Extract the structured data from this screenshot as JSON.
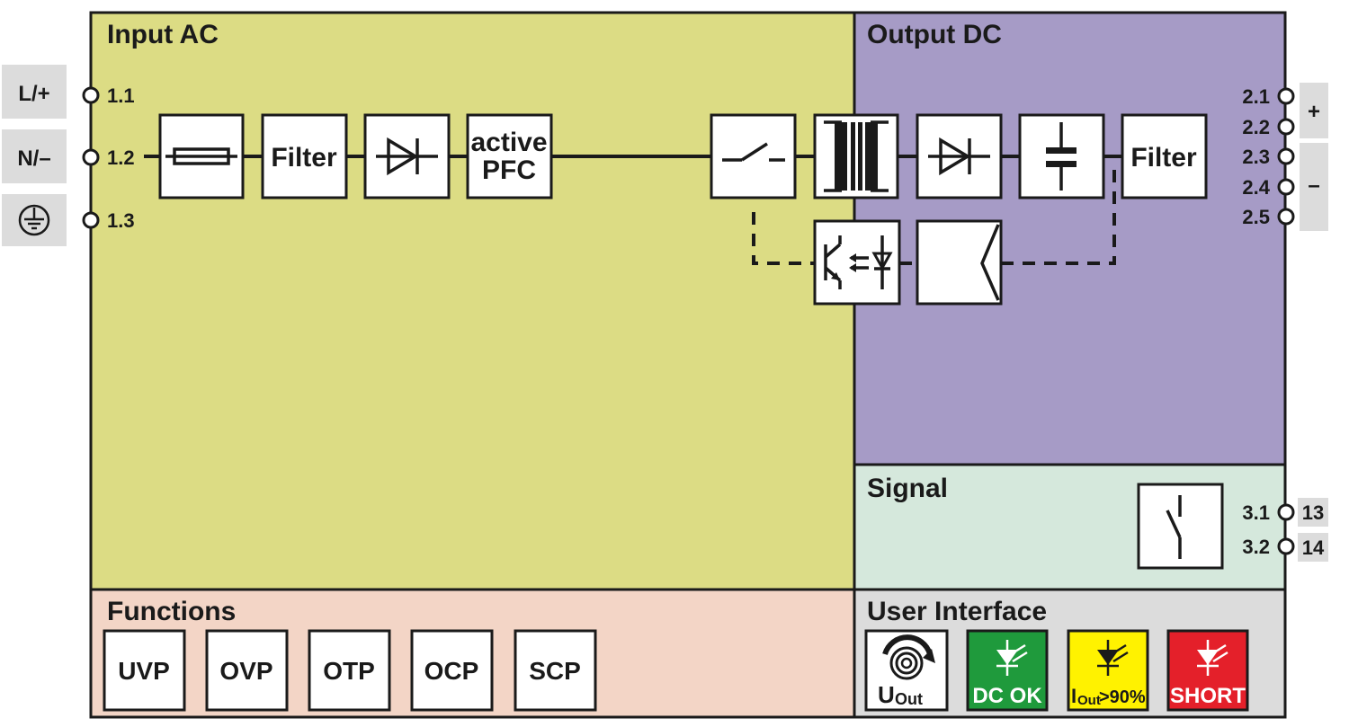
{
  "colors": {
    "input_ac": "#dcdc84",
    "output_dc": "#a69bc6",
    "signal": "#d5e8dc",
    "functions": "#f3d5c6",
    "user_interface": "#dcdcdc",
    "side_label_bg": "#dcdcdc",
    "dc_ok": "#1f9a3c",
    "iout90": "#fff200",
    "short": "#e4202a"
  },
  "sections": {
    "input_ac": "Input AC",
    "output_dc": "Output DC",
    "signal": "Signal",
    "functions": "Functions",
    "user_interface": "User Interface"
  },
  "input_terminals": [
    {
      "side_label": "L/+",
      "number": "1.1"
    },
    {
      "side_label": "N/–",
      "number": "1.2"
    },
    {
      "side_label": "ground-icon",
      "number": "1.3"
    }
  ],
  "output_terminals": [
    "2.1",
    "2.2",
    "2.3",
    "2.4",
    "2.5"
  ],
  "output_polarity": {
    "plus": "+",
    "minus": "–"
  },
  "signal_terminals": [
    {
      "number": "3.1",
      "contact": "13"
    },
    {
      "number": "3.2",
      "contact": "14"
    }
  ],
  "blocks": {
    "fuse": "fuse-icon",
    "input_filter": "Filter",
    "rectifier": "diode-icon",
    "pfc_line1": "active",
    "pfc_line2": "PFC",
    "switch": "switch-icon",
    "transformer": "transformer-icon",
    "output_rectifier": "diode-icon",
    "capacitor": "capacitor-icon",
    "output_filter": "Filter",
    "optocoupler": "optocoupler-icon",
    "controller": "controller-icon",
    "signal_relay": "relay-contact-icon"
  },
  "functions": [
    "UVP",
    "OVP",
    "OTP",
    "OCP",
    "SCP"
  ],
  "user_interface": {
    "potentiometer": {
      "icon": "potentiometer-icon",
      "label_main": "U",
      "label_sub": "Out"
    },
    "dc_ok": {
      "icon": "led-icon",
      "label": "DC OK"
    },
    "iout90": {
      "icon": "led-icon",
      "label_main": "I",
      "label_sub": "Out",
      "label_rest": ">90%"
    },
    "short": {
      "icon": "led-icon",
      "label": "SHORT"
    }
  }
}
